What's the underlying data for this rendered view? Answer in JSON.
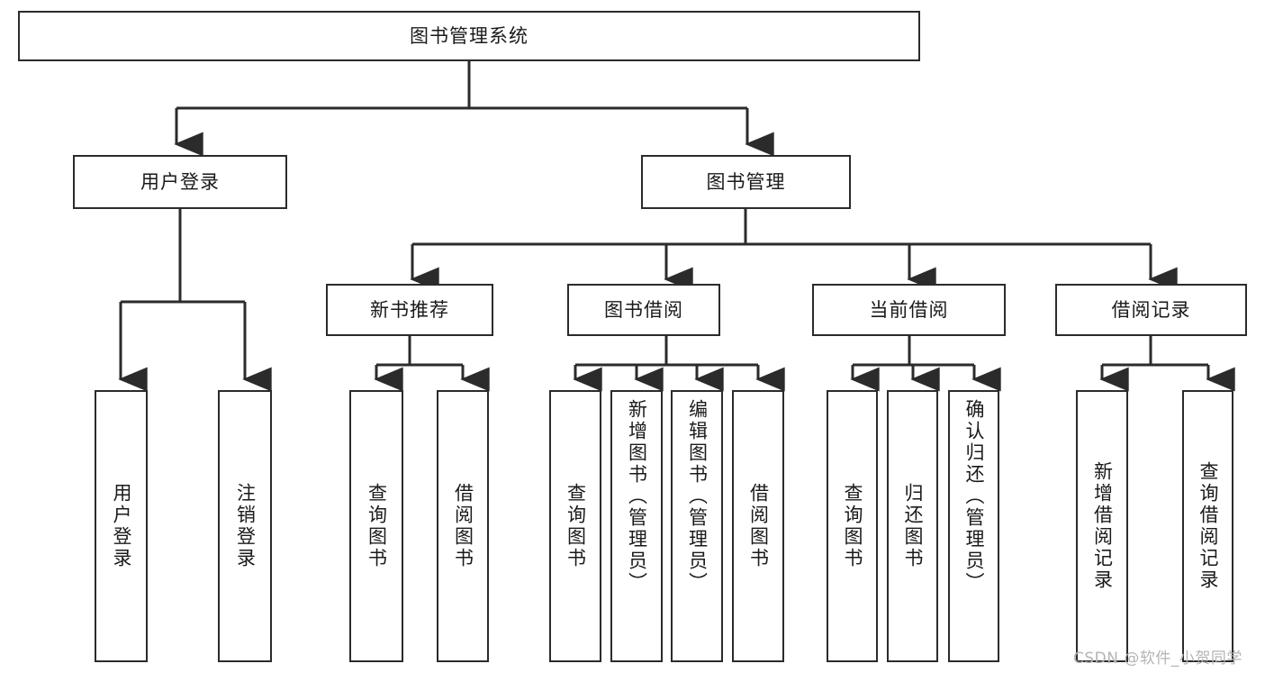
{
  "diagram": {
    "title": "图书管理系统",
    "type": "tree",
    "root": {
      "label": "图书管理系统"
    },
    "level1": [
      {
        "label": "用户登录"
      },
      {
        "label": "图书管理"
      }
    ],
    "level2": [
      {
        "label": "新书推荐",
        "parent": "图书管理"
      },
      {
        "label": "图书借阅",
        "parent": "图书管理"
      },
      {
        "label": "当前借阅",
        "parent": "图书管理"
      },
      {
        "label": "借阅记录",
        "parent": "图书管理"
      }
    ],
    "leaves": {
      "user_login": [
        {
          "label": "用户登录"
        },
        {
          "label": "注销登录"
        }
      ],
      "new_book_recommend": [
        {
          "label": "查询图书"
        },
        {
          "label": "借阅图书"
        }
      ],
      "book_borrow": [
        {
          "label": "查询图书"
        },
        {
          "label": "新增图书（管理员）"
        },
        {
          "label": "编辑图书（管理员）"
        },
        {
          "label": "借阅图书"
        }
      ],
      "current_borrow": [
        {
          "label": "查询图书"
        },
        {
          "label": "归还图书"
        },
        {
          "label": "确认归还（管理员）"
        }
      ],
      "borrow_record": [
        {
          "label": "新增借阅记录"
        },
        {
          "label": "查询借阅记录"
        }
      ]
    }
  },
  "watermark": {
    "text": "CSDN @软件_小贺同学"
  },
  "colors": {
    "stroke": "#2b2b2b",
    "fill": "#ffffff",
    "text": "#1a1a1a",
    "watermark": "#b4b4b4"
  }
}
